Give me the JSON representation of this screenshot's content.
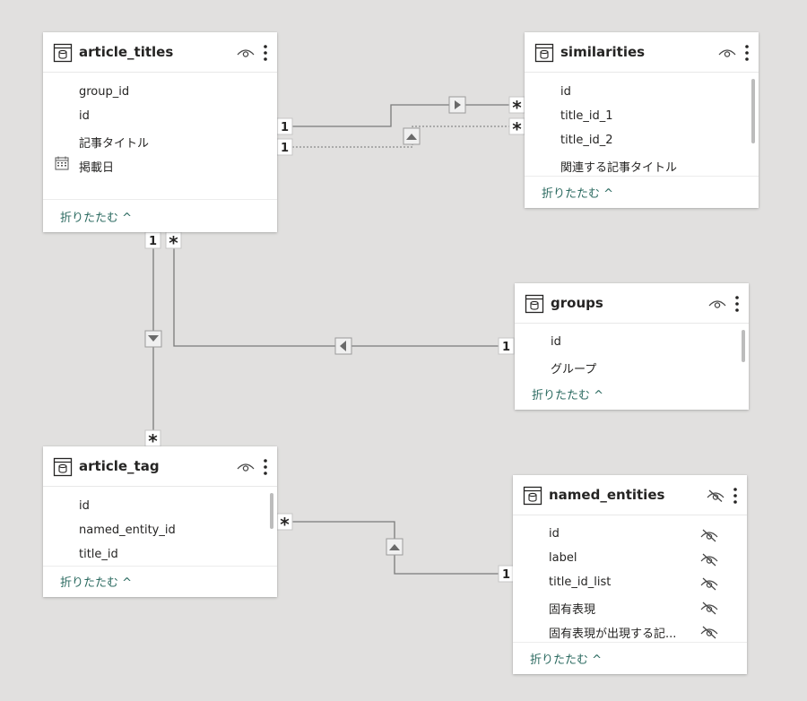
{
  "tables": {
    "article_titles": {
      "title": "article_titles",
      "fields": [
        "group_id",
        "id",
        "記事タイトル",
        "掲載日"
      ],
      "collapse": "折りたたむ ^"
    },
    "similarities": {
      "title": "similarities",
      "fields": [
        "id",
        "title_id_1",
        "title_id_2",
        "関連する記事タイトル"
      ],
      "collapse": "折りたたむ ^"
    },
    "groups": {
      "title": "groups",
      "fields": [
        "id",
        "グループ"
      ],
      "collapse": "折りたたむ ^"
    },
    "article_tag": {
      "title": "article_tag",
      "fields": [
        "id",
        "named_entity_id",
        "title_id"
      ],
      "collapse": "折りたたむ ^"
    },
    "named_entities": {
      "title": "named_entities",
      "fields": [
        "id",
        "label",
        "title_id_list",
        "固有表現",
        "固有表現が出現する記..."
      ],
      "collapse": "折りたたむ ^"
    }
  },
  "relationships": {
    "titles_similarities_1": {
      "from_label": "1",
      "to_label": "*"
    },
    "titles_similarities_2": {
      "from_label": "1",
      "to_label": "*"
    },
    "titles_tag": {
      "from_label": "1",
      "to_label": "*"
    },
    "groups_titles": {
      "from_label": "1",
      "to_label": "*"
    },
    "entities_tag": {
      "from_label": "1",
      "to_label": "*"
    }
  },
  "colors": {
    "canvas": "#e1e0df",
    "card": "#ffffff",
    "line": "#7a7a7a",
    "collapse_link": "#2b6a60"
  }
}
